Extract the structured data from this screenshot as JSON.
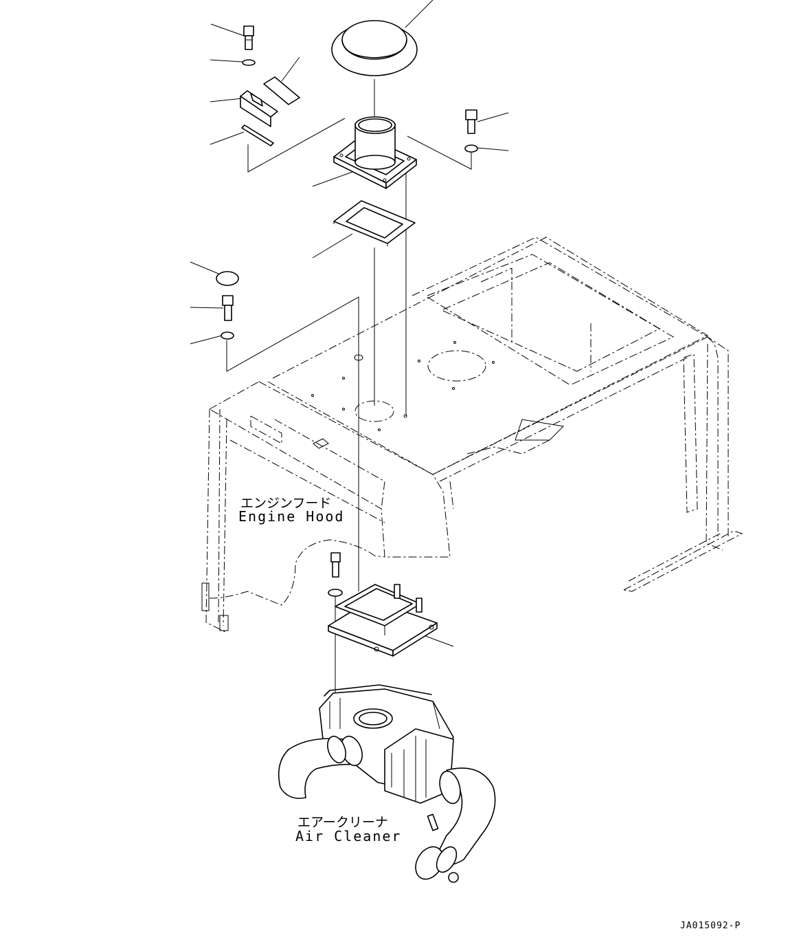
{
  "diagram": {
    "drawing_number": "JA015092-P",
    "labels": {
      "engine_hood_jp": "エンジンフード",
      "engine_hood_en": "Engine Hood",
      "air_cleaner_jp": "エアークリーナ",
      "air_cleaner_en": "Air Cleaner"
    }
  }
}
